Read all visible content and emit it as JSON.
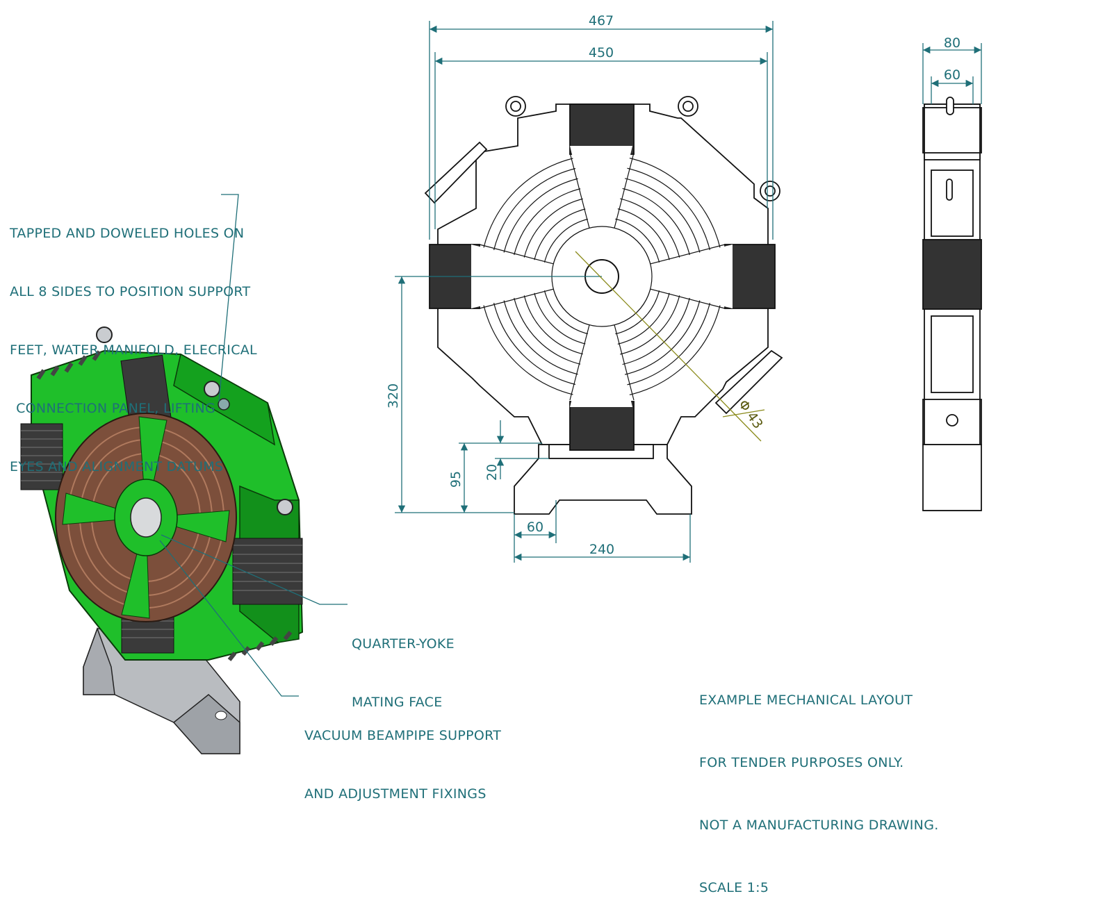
{
  "annotations": {
    "holes_note": [
      "TAPPED AND DOWELED HOLES ON",
      "ALL 8 SIDES TO POSITION SUPPORT",
      "FEET, WATER MANIFOLD, ELECRICAL",
      "CONNECTION PANEL, LIFTING",
      "EYES AND ALIGNMENT DATUMS"
    ],
    "yoke_note": [
      "QUARTER-YOKE",
      "MATING FACE"
    ],
    "beampipe_note": [
      "VACUUM BEAMPIPE SUPPORT",
      "AND ADJUSTMENT FIXINGS"
    ],
    "disclaimer": [
      "EXAMPLE MECHANICAL LAYOUT",
      "FOR TENDER PURPOSES ONLY.",
      "NOT A MANUFACTURING DRAWING.",
      "SCALE 1:5"
    ]
  },
  "dimensions": {
    "overall_width": "467",
    "body_width": "450",
    "side_width": "80",
    "side_inner_width": "60",
    "center_height": "320",
    "base_height": "95",
    "base_step": "20",
    "foot_width": "60",
    "base_width": "240",
    "bore_diameter": "Φ 43"
  },
  "colors": {
    "dimension": "#1f6f78",
    "yoke_green": "#1fbf2a",
    "coil_copper": "#8a5a44",
    "base_grey": "#b9bcc0",
    "outline": "#111111"
  }
}
